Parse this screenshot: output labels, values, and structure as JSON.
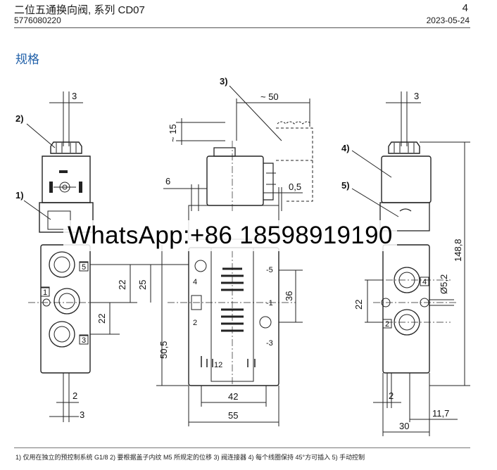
{
  "header": {
    "title": "二位五通换向阀, 系列 CD07",
    "part_number": "5776080220",
    "page_number": "4",
    "date": "2023-05-24"
  },
  "section_title": "规格",
  "callouts": [
    "1)",
    "2)",
    "3)",
    "4)",
    "5)"
  ],
  "dimensions": {
    "d3_top_left": "3",
    "d3_top_right": "3",
    "d50": "~ 50",
    "d15": "~ 15",
    "d6": "6",
    "d0_5": "0,5",
    "d148_8": "148,8",
    "d5_2": "Ø5,2",
    "d22_a": "22",
    "d25": "25",
    "d22_b": "22",
    "d50_5": "50,5",
    "d36": "36",
    "d22_right": "22",
    "d42": "42",
    "d55": "55",
    "d2_left": "2",
    "d3_bottom": "3",
    "d2_right": "2",
    "d11_7": "11,7",
    "d30": "30"
  },
  "port_labels": {
    "p5": "5",
    "p1": "1",
    "p3": "3",
    "p4": "4",
    "p2": "2",
    "c5": "-5",
    "c4": "4",
    "c1": "-1",
    "c2": "2",
    "c3": "-3",
    "c12": "12"
  },
  "watermark": "WhatsApp:+86 18598919190",
  "footnote": "1) 仅用在独立的预控制系统 G1/8 2) 要根据盖子内纹 M5 所规定的位移 3) 阀连接器 4) 每个线圈保持 45°方可插入 5) 手动控制"
}
